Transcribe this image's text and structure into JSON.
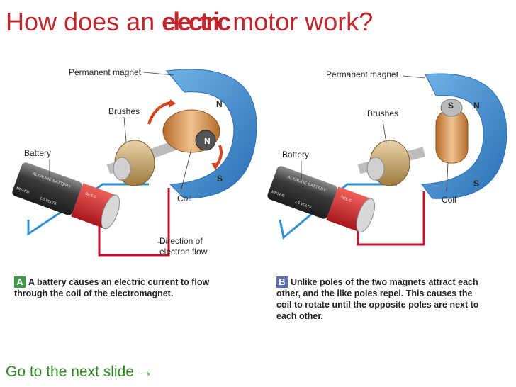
{
  "title": {
    "prefix": "How does an ",
    "keyword": "electric",
    "suffix": "motor work?"
  },
  "panel_a": {
    "labels": {
      "permanent_magnet": "Permanent magnet",
      "brushes": "Brushes",
      "battery": "Battery",
      "coil": "Coil",
      "direction_line1": "Direction of",
      "direction_line2": "electron flow",
      "pole_n_top": "N",
      "pole_n_coil": "N",
      "pole_s": "S"
    },
    "battery_text": {
      "brand": "ALKALINE BATTERY",
      "model": "MN1400",
      "volts": "1.5 VOLTS",
      "size": "SIZE C"
    },
    "badge": "A",
    "caption_line1": "A battery causes an electric current to flow",
    "caption_line2": "through the coil of the electromagnet."
  },
  "panel_b": {
    "labels": {
      "permanent_magnet": "Permanent magnet",
      "brushes": "Brushes",
      "battery": "Battery",
      "coil": "Coil",
      "pole_s_coil": "S",
      "pole_n": "N",
      "pole_s": "S"
    },
    "battery_text": {
      "brand": "ALKALINE BATTERY",
      "model": "MN1400",
      "volts": "1.5 VOLTS",
      "size": "SIZE C"
    },
    "badge": "B",
    "caption_line1": "Unlike poles of the two magnets attract each",
    "caption_line2": "other, and the like poles repel. This causes the",
    "caption_line3": "coil to rotate until the opposite poles are next to",
    "caption_line4": "each other."
  },
  "next_link": "Go to the next slide →",
  "colors": {
    "title": "#c0272d",
    "magnet_blue": "#3f86c7",
    "coil_copper": "#d99b5a",
    "battery_red": "#d2232a",
    "wire_red": "#c8102e",
    "wire_blue": "#2f8fd1",
    "link_green": "#2c8b1d"
  }
}
